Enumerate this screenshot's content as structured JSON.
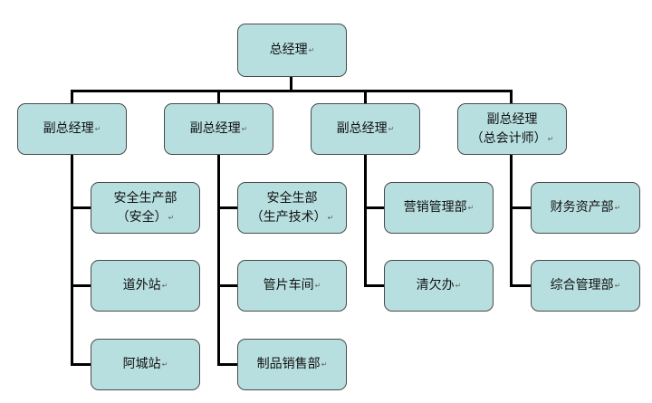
{
  "org_chart": {
    "root": "总经理",
    "departments": [
      {
        "head": [
          "副总经理"
        ],
        "units": [
          [
            "安全生产部",
            "（安全）"
          ],
          [
            "道外站"
          ],
          [
            "阿城站"
          ]
        ]
      },
      {
        "head": [
          "副总经理"
        ],
        "units": [
          [
            "安全生部",
            "（生产技术）"
          ],
          [
            "管片车间"
          ],
          [
            "制品销售部"
          ]
        ]
      },
      {
        "head": [
          "副总经理"
        ],
        "units": [
          [
            "营销管理部"
          ],
          [
            "清欠办"
          ]
        ]
      },
      {
        "head": [
          "副总经理",
          "（总会计师）"
        ],
        "units": [
          [
            "财务资产部"
          ],
          [
            "综合管理部"
          ]
        ]
      }
    ]
  },
  "paragraph_mark": "↵",
  "colors": {
    "box_fill": "#b8dfe0",
    "box_border": "#4a4a4a",
    "connector": "#000000"
  }
}
